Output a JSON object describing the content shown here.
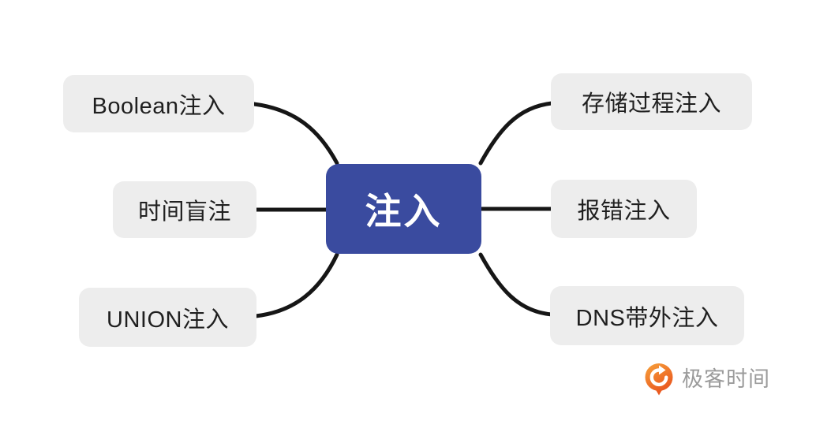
{
  "diagram": {
    "type": "mindmap",
    "center": {
      "id": "injection",
      "label": "注入"
    },
    "left_nodes": [
      {
        "id": "boolean-injection",
        "label": "Boolean注入"
      },
      {
        "id": "time-blind-injection",
        "label": "时间盲注"
      },
      {
        "id": "union-injection",
        "label": "UNION注入"
      }
    ],
    "right_nodes": [
      {
        "id": "stored-procedure-injection",
        "label": "存储过程注入"
      },
      {
        "id": "error-based-injection",
        "label": "报错注入"
      },
      {
        "id": "dns-oob-injection",
        "label": "DNS带外注入"
      }
    ],
    "colors": {
      "center_bg": "#3a4b9f",
      "center_text": "#ffffff",
      "node_bg": "#ededed",
      "node_text": "#1f1f1f",
      "connector": "#161616",
      "background": "#ffffff"
    }
  },
  "watermark": {
    "icon": "geektime-logo-icon",
    "text": "极客时间",
    "text_color": "#9b9b9b",
    "icon_color": "#ef6822"
  }
}
